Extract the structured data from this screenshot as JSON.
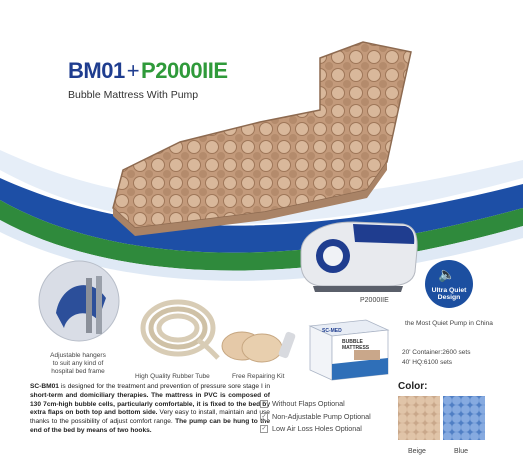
{
  "brand": {
    "model_a": "BM01",
    "plus": "+",
    "model_b": "P2000IIE",
    "subtitle": "Bubble Mattress With Pump"
  },
  "pump": {
    "label": "P2000IIE",
    "caption": "the Most Quiet Pump in China"
  },
  "badge": {
    "line1": "Ultra Quiet",
    "line2": "Design"
  },
  "accessories": {
    "hangers": [
      "Adjustable hangers",
      "to suit any kind of",
      "hospital bed frame"
    ],
    "tube": "High Quality Rubber Tube",
    "kit": "Free Repairing Kit"
  },
  "shipping": {
    "container20": "20' Container:2600 sets",
    "container40": "40' HQ:6100 sets"
  },
  "box": {
    "brand": "SC-MED",
    "line1": "BUBBLE",
    "line2": "MATTRESS"
  },
  "description": {
    "p1": "SC-BM01 ",
    "p2": "is designed for the treatment and prevention of pressure sore stage I in ",
    "p3": "short-term and domiciliary therapies.",
    "p4": " The mattress in PVC is composed of 130 7cm-high bubble cells, particularly comfortable, it is fixed to the bed by extra flaps on both top and bottom side.",
    "p5": " Very easy to install, maintain and use thanks to the possibility of adjust comfort range. ",
    "p6": "The pump can be hung to the end of the bed by means of two hooks."
  },
  "features": [
    "Without Flaps Optional",
    "Non-Adjustable Pump Optional",
    "Low Air Loss Holes Optional"
  ],
  "colors": {
    "label": "Color:",
    "options": [
      {
        "name": "Beige",
        "hex": "#c9a78a"
      },
      {
        "name": "Blue",
        "hex": "#4f7ec4"
      }
    ]
  },
  "theme": {
    "navy": "#1f3d8f",
    "green": "#2f9a3a",
    "wave_blue": "#1d4fa6",
    "wave_green": "#2f8a3c"
  }
}
